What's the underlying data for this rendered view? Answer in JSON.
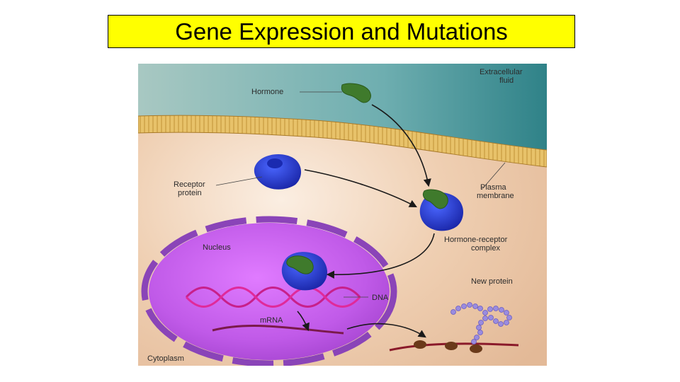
{
  "title": "Gene Expression and Mutations",
  "labels": {
    "extracellular": "Extracellular fluid",
    "extracellular_line1": "Extracellular",
    "extracellular_line2": "fluid",
    "hormone": "Hormone",
    "receptor_line1": "Receptor",
    "receptor_line2": "protein",
    "plasma_line1": "Plasma",
    "plasma_line2": "membrane",
    "nucleus": "Nucleus",
    "complex_line1": "Hormone-receptor",
    "complex_line2": "complex",
    "dna": "DNA",
    "new_protein": "New protein",
    "mrna": "mRNA",
    "cytoplasm": "Cytoplasm"
  },
  "colors": {
    "title_bg": "#ffff00",
    "extracellular": "#5fa6a4",
    "cytoplasm": "#ecc9a8",
    "nucleus": "#b84de0",
    "hormone": "#3f7a2c",
    "receptor": "#2233c8",
    "protein": "#9a8ce0"
  }
}
